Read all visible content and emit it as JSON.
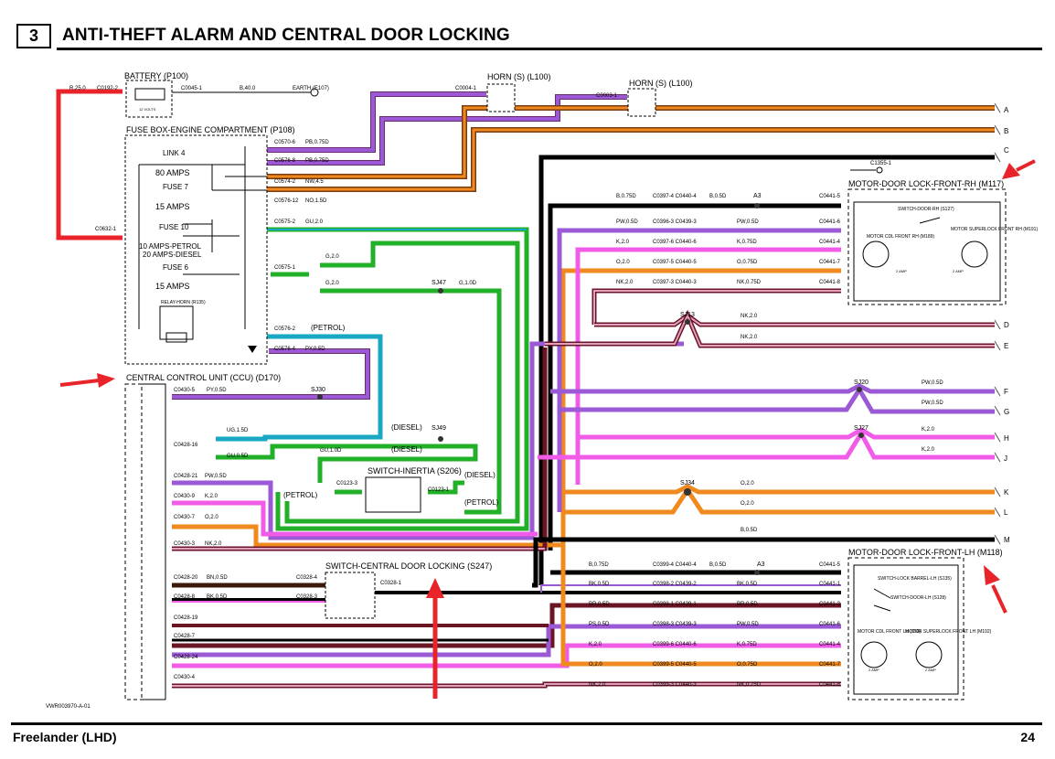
{
  "header": {
    "section_number": "3",
    "title": "ANTI-THEFT ALARM AND CENTRAL DOOR LOCKING"
  },
  "footer": {
    "model": "Freelander (LHD)",
    "page": "24"
  },
  "ref_code": "VWR003970-A-01",
  "components": {
    "battery": "BATTERY (P100)",
    "battery_inner": "12 VOLTS",
    "horn1": "HORN (S) (L100)",
    "horn2": "HORN (S) (L100)",
    "fusebox": "FUSE BOX-ENGINE COMPARTMENT (P108)",
    "ccu": "CENTRAL CONTROL UNIT (CCU) (D170)",
    "inertia": "SWITCH-INERTIA (S206)",
    "cdl_switch": "SWITCH-CENTRAL DOOR LOCKING (S247)",
    "door_rh": "MOTOR-DOOR LOCK-FRONT-RH (M117)",
    "door_lh": "MOTOR-DOOR LOCK-FRONT-LH (M118)",
    "switch_door_rh": "SWITCH-DOOR-RH (S127)",
    "motor_cdl_rh": "MOTOR CDL FRONT RH (M189)",
    "motor_superlock_rh": "MOTOR SUPERLOCK FRONT RH (M191)",
    "switch_lock_barrel": "SWITCH-LOCK BARREL-LH (S135)",
    "switch_door_lh": "SWITCH-DOOR-LH (S128)",
    "motor_cdl_lh": "MOTOR CDL FRONT LH (190)",
    "motor_superlock_lh": "MOTOR SUPERLOCK FRONT LH (M192)",
    "amp2": "2 AMP",
    "relay": "RELAY-HORN (R135)"
  },
  "fuses": [
    {
      "name": "LINK 4",
      "rating": "80 AMPS"
    },
    {
      "name": "FUSE 7",
      "rating": "15 AMPS"
    },
    {
      "name": "FUSE 10",
      "rating": "10 AMPS-PETROL",
      "rating2": "20 AMPS-DIESEL"
    },
    {
      "name": "FUSE 6",
      "rating": "15 AMPS"
    }
  ],
  "labels": {
    "r25": "R,25.0",
    "c0192": "C0192-2",
    "c0045": "C0045-1",
    "b40": "B,40.0",
    "earth": "EARTH (E107)",
    "c0004": "C0004-1",
    "c0003": "C0003-1",
    "c0632": "C0632-1",
    "c1355": "C1355-1",
    "c0570": "C0570-6",
    "pb075a": "PB,0.75D",
    "c0576_8": "C0576-8",
    "pb075b": "PB,0.75D",
    "c0574": "C0574-2",
    "nw45": "NW,4.5",
    "c0576_12": "C0576-12",
    "no15": "NO,1.5D",
    "c0575_2": "C0575-2",
    "gu20": "GU,2.0",
    "c0575_1": "C0575-1",
    "g20a": "G,2.0",
    "g20b": "G,2.0",
    "sj47": "SJ47",
    "g10": "G,1.0D",
    "c0576_2": "C0576-2",
    "petrol1": "(PETROL)",
    "c0576_4": "C0576-4",
    "py05a": "PY,0.5D",
    "c0430_5": "C0430-5",
    "py05b": "PY,0.5D",
    "sj30": "SJ30",
    "diesel1": "(DIESEL)",
    "sj49": "SJ49",
    "ug15": "UG,1.5D",
    "c0428_16": "C0428-16",
    "gu05": "GU,0.5D",
    "gu10": "GU,1.0D",
    "diesel2": "(DIESEL)",
    "diesel3": "(DIESEL)",
    "c0123_3": "C0123-3",
    "c0123_1": "C0123-1",
    "petrol2": "(PETROL)",
    "petrol3": "(PETROL)",
    "c0428_21": "C0428-21",
    "pw05": "PW,0.5D",
    "c0430_9": "C0430-9",
    "k20": "K,2.0",
    "c0430_7": "C0430-7",
    "o20": "O,2.0",
    "c0430_3": "C0430-3",
    "nk20": "NK,2.0",
    "c0428_20": "C0428-20",
    "bn05": "BN,0.5D",
    "c0328_4": "C0328-4",
    "c0428_8": "C0428-8",
    "bk05": "BK,0.5D",
    "c0328_3": "C0328-3",
    "c0328_1": "C0328-1",
    "c0428_19": "C0428-19",
    "c0428_7": "C0428-7",
    "c0428_24": "C0428-24",
    "c0430_4": "C0430-4",
    "sj13": "SJ13",
    "nk20a": "NK,2.0",
    "nk20b": "NK,2.0",
    "sj20": "SJ20",
    "pw05a": "PW,0.5D",
    "pw05b": "PW,0.5D",
    "sj27": "SJ27",
    "k20a": "K,2.0",
    "k20b": "K,2.0",
    "sj34": "SJ34",
    "o20a": "O,2.0",
    "o20b": "O,2.0",
    "b05": "B,0.5D",
    "a3": "A3"
  },
  "rh_rows": [
    {
      "left": "B,0.75D",
      "conn": "C0397-4 C0440-4",
      "right": "B,0.5D",
      "pin": "C0441-5"
    },
    {
      "left": "PW,0.5D",
      "conn": "C0396-3 C0439-3",
      "right": "PW,0.5D",
      "pin": "C0441-6"
    },
    {
      "left": "K,2.0",
      "conn": "C0397-6 C0440-6",
      "right": "K,0.75D",
      "pin": "C0441-4"
    },
    {
      "left": "O,2.0",
      "conn": "C0397-5 C0440-5",
      "right": "O,0.75D",
      "pin": "C0441-7"
    },
    {
      "left": "NK,2.0",
      "conn": "C0397-3 C0440-3",
      "right": "NK,0.75D",
      "pin": "C0441-8"
    }
  ],
  "lh_rows": [
    {
      "left": "B,0.75D",
      "conn": "C0399-4 C0440-4",
      "right": "B,0.5D",
      "pin": "C0441-5"
    },
    {
      "left": "BK,0.5D",
      "conn": "C0398-2 C0439-2",
      "right": "BK,0.5D",
      "pin": "C0441-1"
    },
    {
      "left": "BR,0.5D",
      "conn": "C0398-1 C0439-1",
      "right": "BR,0.5D",
      "pin": "C0441-3"
    },
    {
      "left": "PS,0.5D",
      "conn": "C0398-3 C0439-3",
      "right": "PW,0.5D",
      "pin": "C0441-6"
    },
    {
      "left": "K,2.0",
      "conn": "C0399-6 C0440-6",
      "right": "K,0.75D",
      "pin": "C0441-4"
    },
    {
      "left": "O,2.0",
      "conn": "C0399-5 C0440-5",
      "right": "O,0.75D",
      "pin": "C0441-7"
    },
    {
      "left": "NK,2.0",
      "conn": "C0399-3 C0440-3",
      "right": "NK,0.75D",
      "pin": "C0441-8"
    }
  ],
  "terminals": [
    "A",
    "B",
    "C",
    "D",
    "E",
    "F",
    "G",
    "H",
    "J",
    "K",
    "L",
    "M"
  ],
  "colors": {
    "red": "#e8242a",
    "purple": "#9b59d6",
    "brown": "#7a3a12",
    "orange": "#f08a1e",
    "black": "#000000",
    "green": "#22b028",
    "cyan": "#1aa7c4",
    "pink": "#f05ce8",
    "darkred": "#6b1424",
    "lightpink": "#e0a0c0"
  }
}
